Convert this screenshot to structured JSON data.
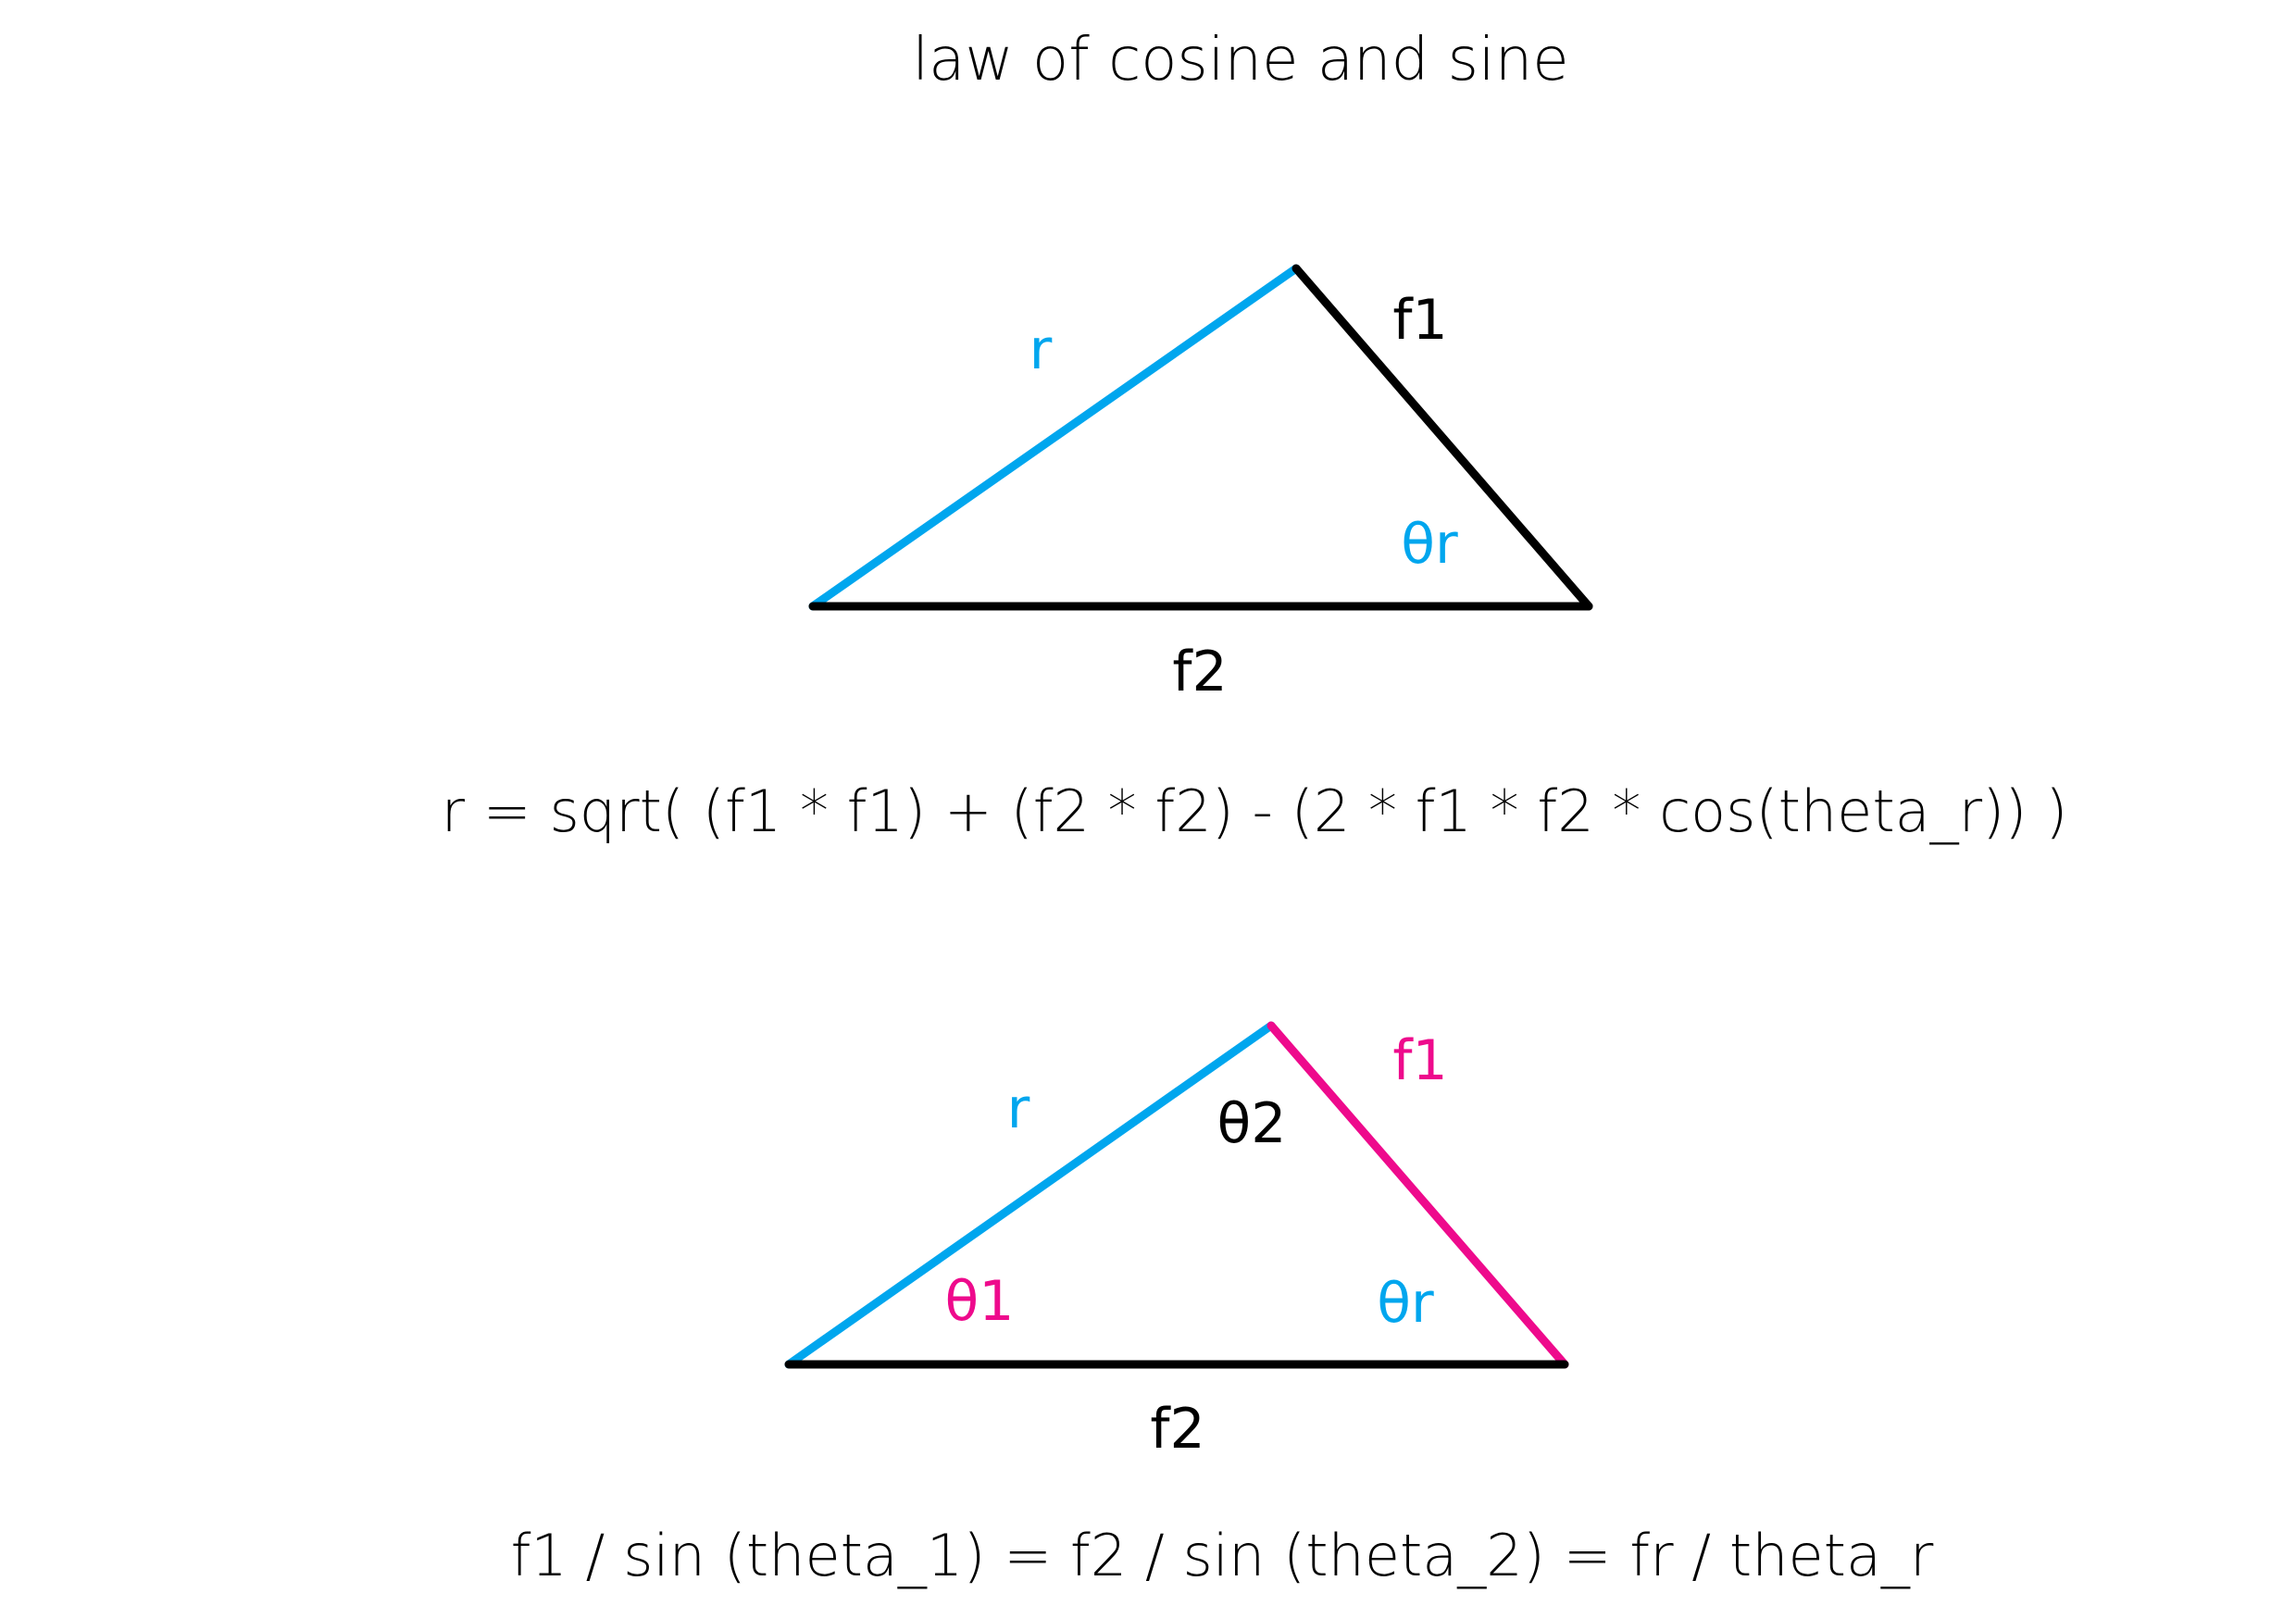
{
  "title": "law of cosine and sine",
  "colors": {
    "blue": "#00a6ee",
    "pink": "#ee0a8c",
    "black": "#000000"
  },
  "triangle_top": {
    "side_r": "r",
    "side_f1": "f1",
    "side_f2": "f2",
    "angle_r": "θr"
  },
  "formula_cosine": "r = sqrt( (f1 * f1) + (f2 * f2) - (2 * f1 * f2 * cos(theta_r)) )",
  "triangle_bottom": {
    "side_r": "r",
    "side_f1": "f1",
    "side_f2": "f2",
    "angle_1": "θ1",
    "angle_2": "θ2",
    "angle_r": "θr"
  },
  "formula_sine": "f1 / sin (theta_1) = f2 / sin (theta_2) = fr / theta_r"
}
